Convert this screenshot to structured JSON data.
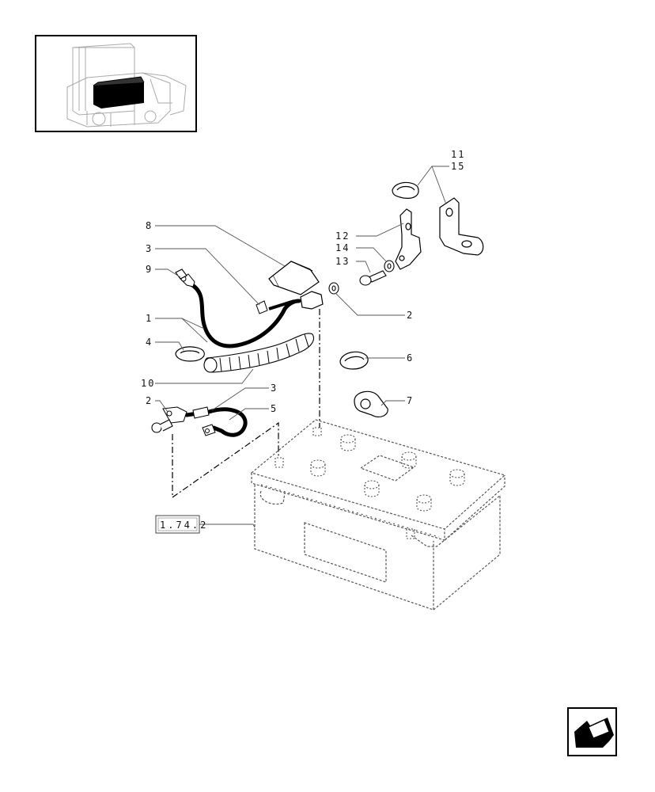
{
  "diagram": {
    "callouts": {
      "c8": "8",
      "c3a": "3",
      "c9": "9",
      "c1": "1",
      "c4": "4",
      "c10": "10",
      "c2a": "2",
      "c3b": "3",
      "c5": "5",
      "c2b": "2",
      "c6": "6",
      "c7": "7",
      "c11": "11",
      "c15": "15",
      "c12": "12",
      "c14": "14",
      "c13": "13"
    },
    "reference_box": "1.74.2"
  },
  "nav": {
    "icon": "arrow-back-icon"
  }
}
